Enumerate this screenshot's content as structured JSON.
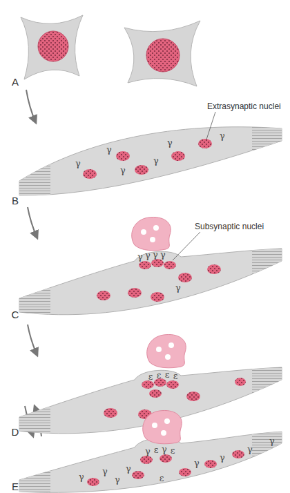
{
  "diagram": {
    "labels": [
      "A",
      "Extrasynaptic nuclei",
      "γ",
      "γ",
      "γ",
      "γ",
      "γ",
      "γ",
      "B",
      "Subsynaptic nuclei",
      "γ",
      "γ",
      "γ",
      "γ",
      "γ",
      "C",
      "ε",
      "ε",
      "ε",
      "ε",
      "D",
      "γ",
      "ε",
      "γ",
      "ε",
      "γ",
      "γ",
      "γ",
      "γ",
      "ε",
      "γ",
      "γ",
      "γ",
      "γ",
      "E"
    ]
  }
}
